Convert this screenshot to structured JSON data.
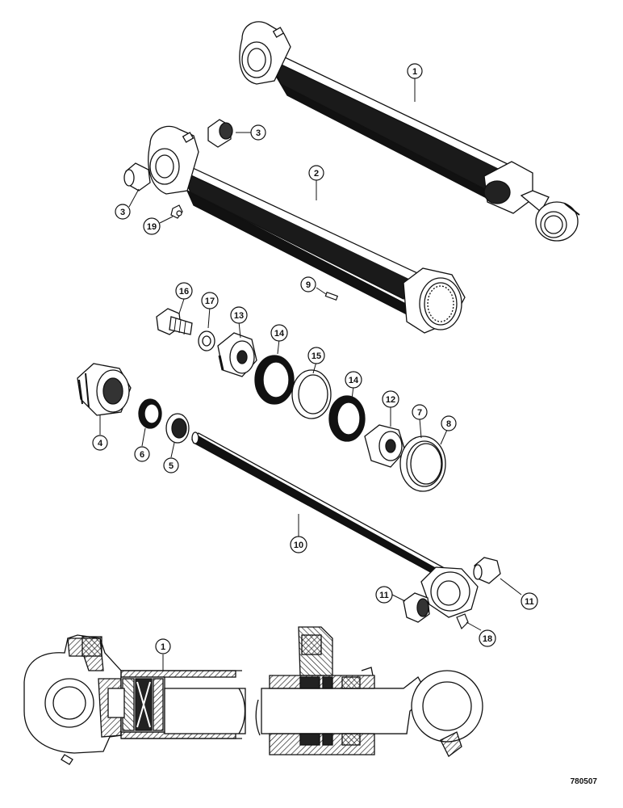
{
  "callouts": {
    "c1": "1",
    "c2": "2",
    "c3a": "3",
    "c3b": "3",
    "c4": "4",
    "c5": "5",
    "c6": "6",
    "c7": "7",
    "c8": "8",
    "c9": "9",
    "c10": "10",
    "c11a": "11",
    "c11b": "11",
    "c12": "12",
    "c13": "13",
    "c14a": "14",
    "c14b": "14",
    "c15": "15",
    "c16": "16",
    "c17": "17",
    "c18": "18",
    "c19": "19",
    "c1s": "1"
  },
  "drawing_id": "780507"
}
